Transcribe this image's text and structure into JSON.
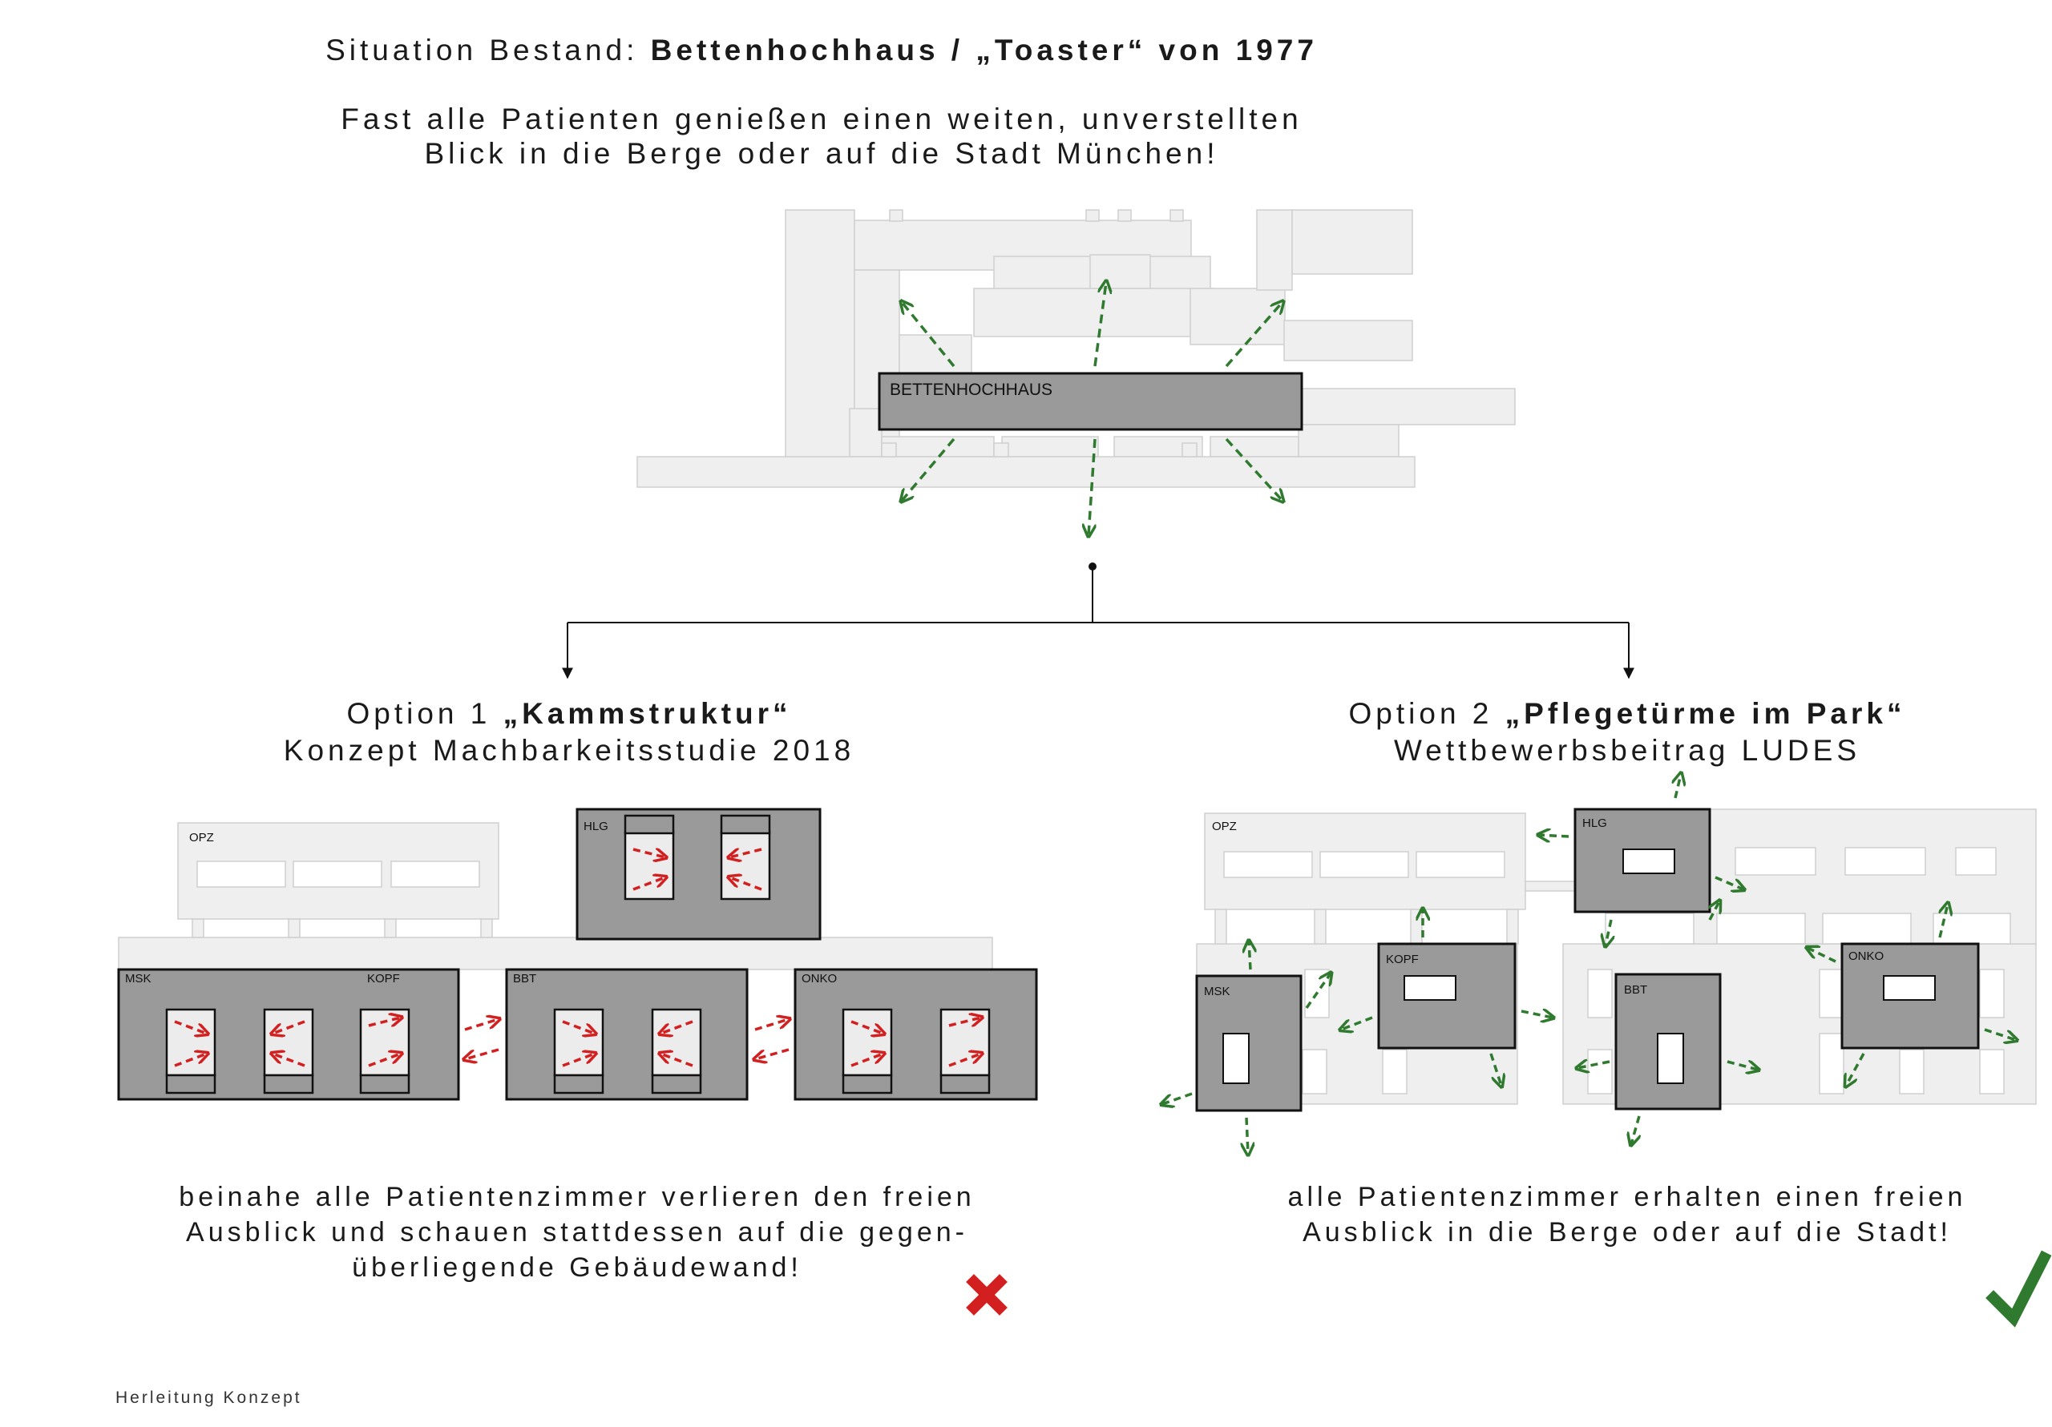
{
  "header": {
    "title_prefix": "Situation Bestand: ",
    "title_bold": "Bettenhochhaus / „Toaster“ von 1977",
    "subtitle_line1": "Fast alle Patienten genießen einen weiten, unverstellten",
    "subtitle_line2": "Blick in die Berge oder auf die Stadt München!"
  },
  "existing": {
    "building_label": "BETTENHOCHHAUS"
  },
  "option1": {
    "title_prefix": "Option 1 ",
    "title_bold": "„Kammstruktur“",
    "subtitle": "Konzept Machbarkeitsstudie 2018",
    "labels": {
      "opz": "OPZ",
      "hlg": "HLG",
      "msk": "MSK",
      "kopf": "KOPF",
      "bbt": "BBT",
      "onko": "ONKO"
    },
    "caption_line1": "beinahe alle Patientenzimmer verlieren den freien",
    "caption_line2": "Ausblick und schauen stattdessen auf die gegen-",
    "caption_line3": "überliegende Gebäudewand!",
    "verdict_icon": "cross-icon",
    "verdict_color": "#d22020"
  },
  "option2": {
    "title_prefix": "Option 2 ",
    "title_bold": "„Pflegetürme im Park“",
    "subtitle": "Wettbewerbsbeitrag LUDES",
    "labels": {
      "opz": "OPZ",
      "hlg": "HLG",
      "msk": "MSK",
      "kopf": "KOPF",
      "bbt": "BBT",
      "onko": "ONKO"
    },
    "caption_line1": "alle Patientenzimmer erhalten einen freien",
    "caption_line2": "Ausblick in die Berge oder auf die Stadt!",
    "verdict_icon": "checkmark-icon",
    "verdict_color": "#2f7a2f"
  },
  "footer": {
    "label": "Herleitung Konzept"
  },
  "colors": {
    "building_fill": "#9a9a9a",
    "context_fill": "#efefef",
    "good_view_arrow": "#2f7a2f",
    "blocked_view_arrow": "#d22020"
  }
}
